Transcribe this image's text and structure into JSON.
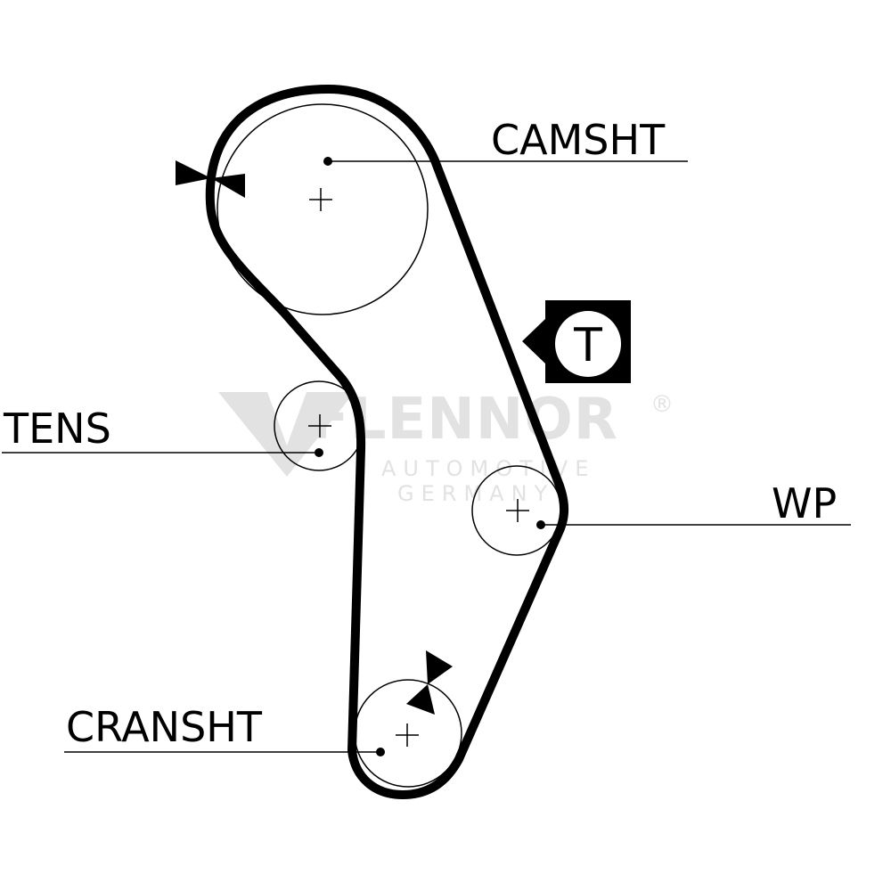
{
  "labels": {
    "camshaft": "CAMSHT",
    "tensioner": "TENS",
    "water_pump": "WP",
    "crankshaft": "CRANSHT"
  },
  "torque_symbol": "T",
  "watermark": {
    "brand": "FLENNOR",
    "registered": "®",
    "line1": "AUTOMOTIVE",
    "line2": "GERMANY"
  },
  "colors": {
    "ink": "#000000",
    "background": "#ffffff",
    "watermark": "#e2e2e2"
  }
}
